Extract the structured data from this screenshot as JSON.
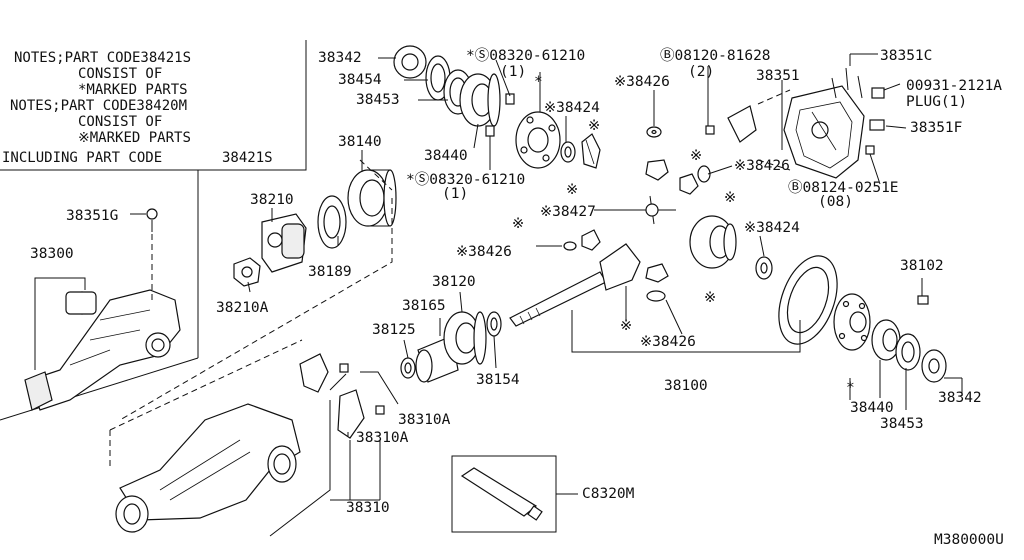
{
  "notes": {
    "line1": "NOTES;PART CODE38421S",
    "line2": "CONSIST OF",
    "line3": "*MARKED PARTS",
    "line4": "NOTES;PART CODE38420M",
    "line5": "CONSIST OF",
    "line6": "※MARKED PARTS",
    "line7": "INCLUDING PART CODE",
    "line7_code": "38421S"
  },
  "labels": {
    "p38342_top": "38342",
    "p38454": "38454",
    "p38453_top": "38453",
    "p38440_top": "38440",
    "bolt_s_top": "*Ⓢ08320-61210",
    "bolt_s_top_qty": "(1)",
    "bolt_s_bot": "*Ⓢ08320-61210",
    "bolt_s_bot_qty": "(1)",
    "bolt_b_top": "Ⓑ08120-81628",
    "bolt_b_top_qty": "(2)",
    "p38426_a": "※38426",
    "p38424_a": "※38424",
    "p38351": "38351",
    "p38351c": "38351C",
    "p00931": "00931-2121A",
    "plug": "PLUG(1)",
    "p38351f": "38351F",
    "p38426_b": "※38426",
    "bolt_b_bot": "Ⓑ08124-0251E",
    "bolt_b_bot_qty": "(08)",
    "p38140": "38140",
    "p38210": "38210",
    "p38351g": "38351G",
    "p38300": "38300",
    "p38189": "38189",
    "p38210a": "38210A",
    "p38427": "※38427",
    "p38424_b": "※38424",
    "p38426_c": "※38426",
    "p38120": "38120",
    "p38165": "38165",
    "p38125": "38125",
    "p38154": "38154",
    "p38426_d": "※38426",
    "p38100": "38100",
    "p38102": "38102",
    "p38440_bot": "38440",
    "p38453_bot": "38453",
    "p38342_bot": "38342",
    "p38310a_1": "38310A",
    "p38310a_2": "38310A",
    "p38310": "38310",
    "c8320m": "C8320M",
    "diagram_code": "M380000U",
    "mark_asterisk": "*",
    "mark_kome": "※"
  }
}
